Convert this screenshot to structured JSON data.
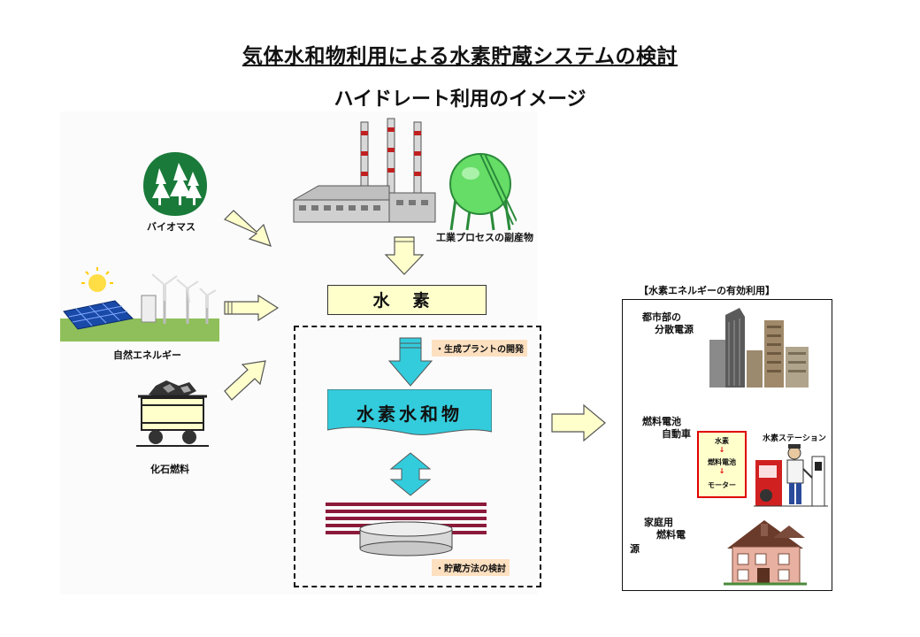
{
  "header": {
    "title": "気体水和物利用による水素貯蔵システムの検討",
    "subtitle": "ハイドレート利用のイメージ"
  },
  "sources": {
    "biomass": "バイオマス",
    "natural": "自然エネルギー",
    "fossil": "化石燃料",
    "industrial": "工業プロセスの副産物"
  },
  "center": {
    "hydrogen": "水素",
    "plant_dev": "・生成プラントの開発",
    "hydrate": "水素水和物",
    "storage": "・貯蔵方法の検討"
  },
  "uses": {
    "title": "【水素エネルギーの有効利用】",
    "urban_line1": "都市部の",
    "urban_line2": "分散電源",
    "fcv_line1": "燃料電池",
    "fcv_line2": "自動車",
    "station": "水素ステーション",
    "flow": [
      "水素",
      "燃料電池",
      "モーター"
    ],
    "home_line1": "家庭用",
    "home_line2": "燃料電",
    "home_line3": "源"
  },
  "colors": {
    "arrow_yellow": "#ffffcc",
    "arrow_cyan": "#33ccdd",
    "tag_bg": "#fde0c0",
    "tree_green": "#1a7a3a",
    "storage_red": "#8b1a3a"
  }
}
